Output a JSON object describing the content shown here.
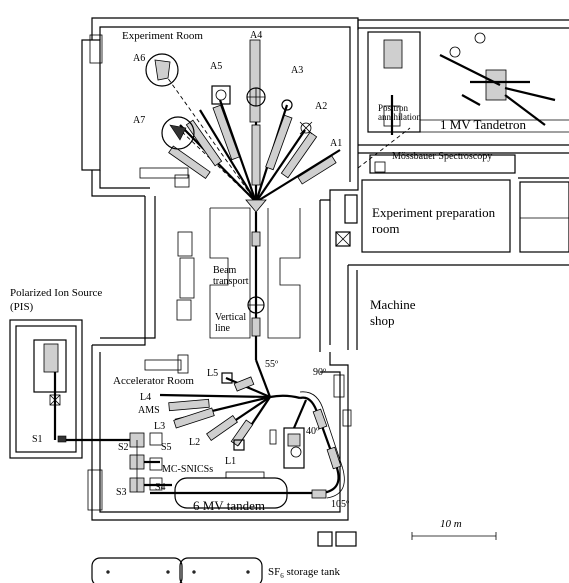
{
  "labels": {
    "experiment_room": "Experiment Room",
    "positron": "Positron annihilation",
    "tandetron": "1 MV Tandetron",
    "mossbauer": "Mössbauer Spectroscopy",
    "exp_prep": "Experiment preparation room",
    "machine_shop": "Machine shop",
    "beam_transport": "Beam transport",
    "vertical_line": "Vertical line",
    "pis": "Polarized Ion Source (PIS)",
    "accelerator_room": "Accelerator Room",
    "ams": "AMS",
    "mc_snicss": "MC-SNICSs",
    "tandem": "6 MV tandem",
    "scale": "10 m",
    "sf6_tank": "SF",
    "sf6_sub": "6",
    "sf6_rest": " storage tank"
  },
  "beamlines_exp": [
    "A1",
    "A2",
    "A3",
    "A4",
    "A5",
    "A6",
    "A7"
  ],
  "beamlines_acc": [
    "L1",
    "L2",
    "L3",
    "L4",
    "L5"
  ],
  "sources": [
    "S1",
    "S2",
    "S3",
    "S4",
    "S5"
  ],
  "angles": [
    "55º",
    "90º",
    "40º",
    "105º"
  ]
}
